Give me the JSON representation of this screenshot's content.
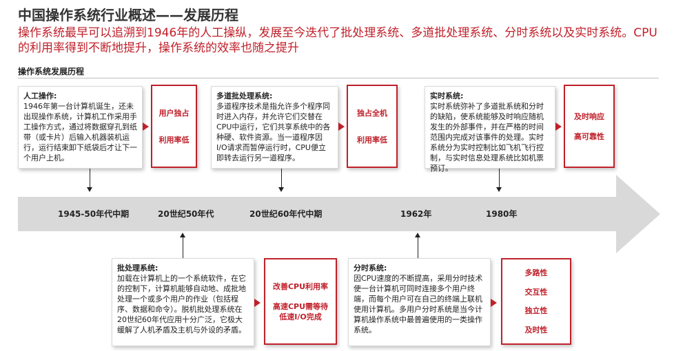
{
  "header": {
    "title": "中国操作系统行业概述——发展历程",
    "subtitle": "操作系统最早可以追溯到1946年的人工操纵，发展至今迭代了批处理系统、多道批处理系统、分时系统以及实时系统。CPU的利用率得到不断地提升，操作系统的效率也随之提升"
  },
  "section": {
    "label": "操作系统发展历程"
  },
  "timeline": {
    "colors": {
      "arrow": "#d9d9d9",
      "accent": "#c0202a"
    },
    "labels": [
      "1945-50年代中期",
      "20世纪50年代",
      "20世纪60年代中期",
      "1962年",
      "1980年"
    ]
  },
  "stages": [
    {
      "heading": "人工操作:",
      "body": "1946年第一台计算机诞生，还未出现操作系统，计算机工作采用手工操作方式，通过将数据穿孔到纸带（或卡片）后输入机器装机运行，运行结束卸下纸袋后才让下一个用户上机。",
      "tags": [
        "用户独占",
        "利用率低"
      ]
    },
    {
      "heading": "批处理系统:",
      "body": "加载在计算机上的一个系统软件，在它的控制下，计算机能够自动地、成批地处理一个或多个用户的作业（包括程序、数据和命令）。脱机批处理系统在20世纪60年代应用十分广泛，它极大缓解了人机矛盾及主机与外设的矛盾。",
      "tags": [
        "改善CPU利用率",
        "高速CPU需等待低速I/O完成"
      ]
    },
    {
      "heading": "多道批处理系统:",
      "body": "多道程序技术是指允许多个程序同时进入内存，并允许它们交替在CPU中运行，它们共享系统中的各种硬、软件资源。当一道程序因I/O请求而暂停运行时，CPU便立即转去运行另一道程序。",
      "tags": [
        "独占全机",
        "利用率低"
      ]
    },
    {
      "heading": "分时系统:",
      "body": "因CPU速度的不断提高，采用分时技术使一台计算机可同时连接多个用户终端，而每个用户可在自己的终端上联机使用计算机。多用户分时系统是当今计算机操作系统中最普遍使用的一类操作系统。",
      "tags": [
        "多路性",
        "交互性",
        "独立性",
        "及时性"
      ]
    },
    {
      "heading": "实时系统:",
      "body": "实时系统弥补了多道批系统和分时的缺陷，使系统能够及时响应随机发生的外部事件，并在严格的时间范围内完成对该事件的处理。实时系统分为实时控制比如飞机飞行控制，与实时信息处理系统比如机票预订。",
      "tags": [
        "及时响应",
        "高可靠性"
      ]
    }
  ]
}
